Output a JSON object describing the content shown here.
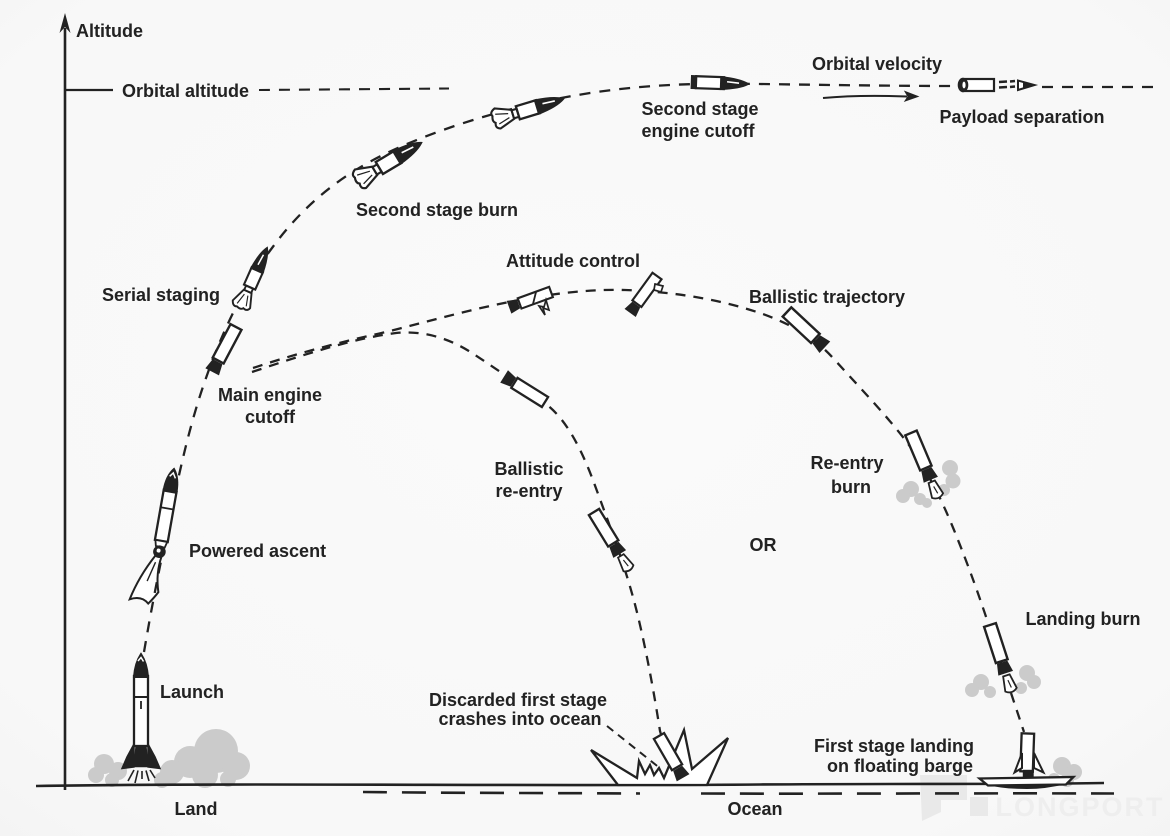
{
  "colors": {
    "background": "#f8f8f8",
    "ink": "#222222",
    "smoke": "#cbcbcb",
    "watermark_logo": "#e9e9e9",
    "watermark_text": "#eeeeee"
  },
  "axis": {
    "y_label": "Altitude",
    "reference_line": "Orbital altitude",
    "ground_left": "Land",
    "ground_right": "Ocean"
  },
  "ascent": {
    "launch": "Launch",
    "powered_ascent": "Powered ascent",
    "serial_staging": "Serial staging",
    "main_engine_cutoff_line1": "Main engine",
    "main_engine_cutoff_line2": "cutoff",
    "second_stage_burn": "Second stage burn",
    "second_stage_cutoff_line1": "Second stage",
    "second_stage_cutoff_line2": "engine cutoff",
    "orbital_velocity": "Orbital velocity",
    "payload_separation": "Payload separation"
  },
  "first_stage_return": {
    "attitude_control": "Attitude control",
    "ballistic_trajectory": "Ballistic trajectory",
    "ballistic_reentry_line1": "Ballistic",
    "ballistic_reentry_line2": "re-entry",
    "reentry_burn_line1": "Re-entry",
    "reentry_burn_line2": "burn",
    "or_label": "OR",
    "landing_burn": "Landing burn",
    "crash_line1": "Discarded first stage",
    "crash_line2": "crashes into ocean",
    "barge_landing_line1": "First stage  landing",
    "barge_landing_line2": "on floating barge"
  },
  "watermark": {
    "text": "LONGPORT"
  }
}
